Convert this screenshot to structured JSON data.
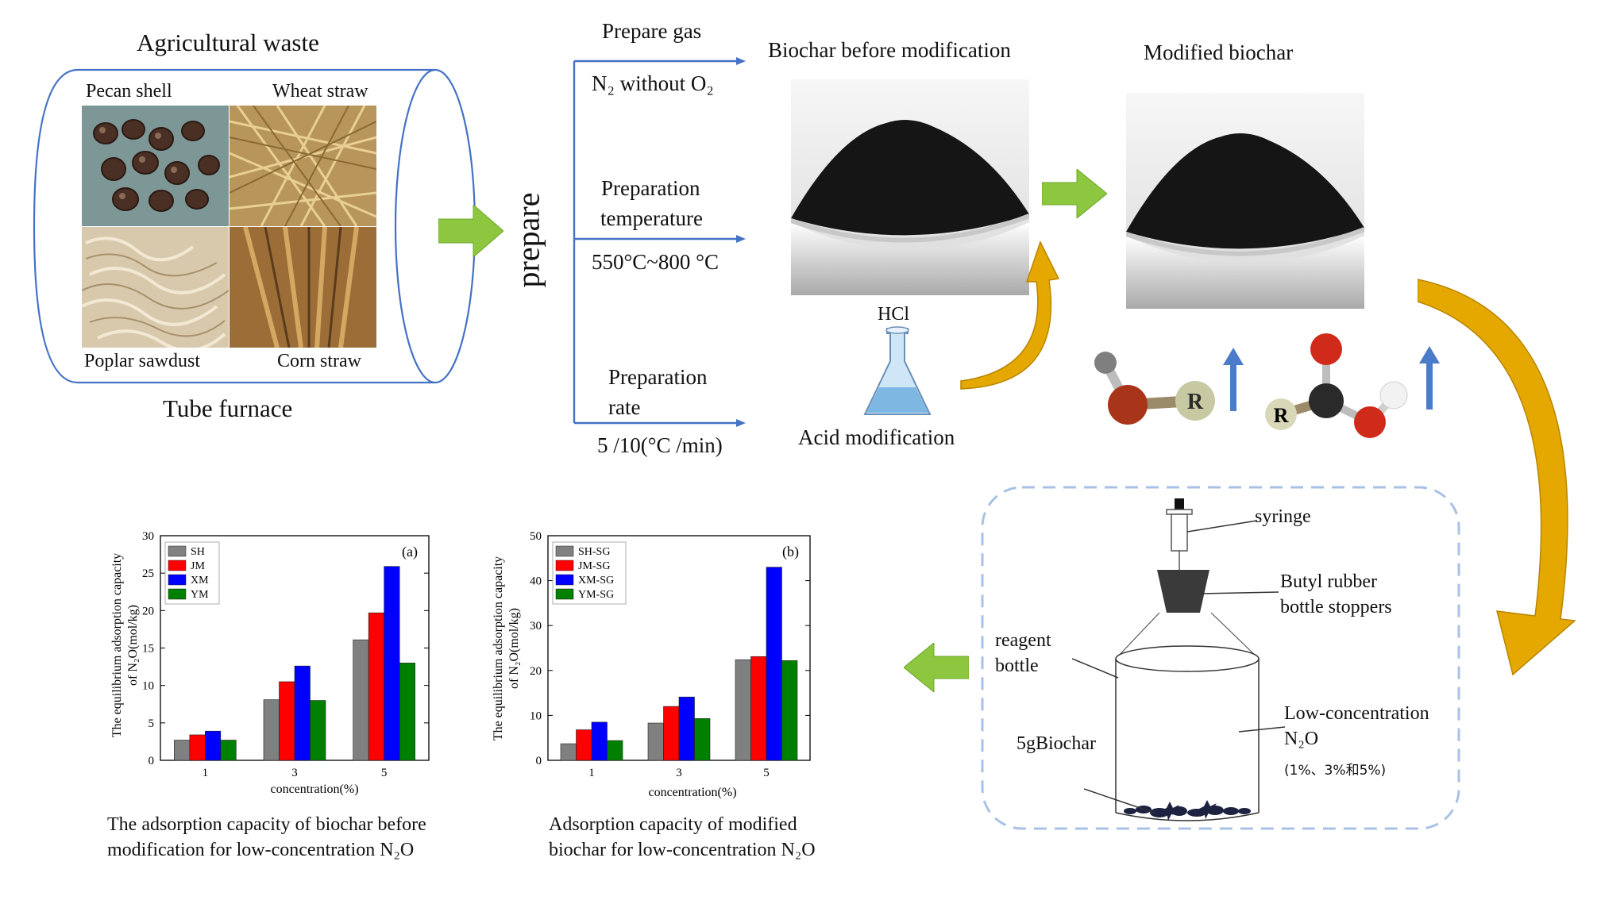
{
  "agri": {
    "title": "Agricultural waste",
    "pecan": "Pecan shell",
    "wheat": "Wheat straw",
    "poplar": "Poplar sawdust",
    "corn": "Corn straw",
    "furnace": "Tube furnace"
  },
  "prepare": {
    "word": "prepare",
    "gas_title": "Prepare gas",
    "gas_value": "N₂ without O₂",
    "temp_title_1": "Preparation",
    "temp_title_2": "temperature",
    "temp_value": "550°C~800 °C",
    "rate_title_1": "Preparation",
    "rate_title_2": "rate",
    "rate_value": "5 /10(°C /min)"
  },
  "biochar": {
    "before_title": "Biochar before modification",
    "modified_title": "Modified biochar",
    "hcl": "HCl",
    "acid": "Acid modification"
  },
  "molecules": {
    "r1": "R",
    "r2": "R"
  },
  "apparatus": {
    "syringe": "syringe",
    "stopper_1": "Butyl rubber",
    "stopper_2": "bottle stoppers",
    "bottle_1": "reagent",
    "bottle_2": "bottle",
    "gas_1": "Low-concentration",
    "gas_2": "N₂O",
    "gas_3": "(1%、3%和5%)",
    "sample": "5gBiochar"
  },
  "captions": {
    "a_1": "The adsorption capacity of biochar before",
    "a_2": "modification for low-concentration N₂O",
    "b_1": "Adsorption capacity of modified",
    "b_2": "biochar for low-concentration N₂O"
  },
  "colors": {
    "green_arrow": "#8dc63f",
    "gold_arrow": "#e5a800",
    "blue_line": "#4472c4",
    "blue_up": "#4a7cc9"
  },
  "chart_data": [
    {
      "type": "bar",
      "panel_label": "(a)",
      "categories": [
        "1",
        "3",
        "5"
      ],
      "xlabel": "concentration(%)",
      "ylabel": "The equilibrium adsorption capacity of N₂O(mol/kg)",
      "ylim": [
        0,
        30
      ],
      "yticks": [
        0,
        5,
        10,
        15,
        20,
        25,
        30
      ],
      "legend_position": "top-left",
      "series": [
        {
          "name": "SH",
          "color": "#808080",
          "values": [
            2.7,
            8.1,
            16.1
          ]
        },
        {
          "name": "JM",
          "color": "#ff0000",
          "values": [
            3.4,
            10.5,
            19.7
          ]
        },
        {
          "name": "XM",
          "color": "#0000ff",
          "values": [
            3.9,
            12.6,
            25.9
          ]
        },
        {
          "name": "YM",
          "color": "#008000",
          "values": [
            2.7,
            8.0,
            13.0
          ]
        }
      ]
    },
    {
      "type": "bar",
      "panel_label": "(b)",
      "categories": [
        "1",
        "3",
        "5"
      ],
      "xlabel": "concentration(%)",
      "ylabel": "The equilibrium adsorption capacity of N₂O(mol/kg)",
      "ylim": [
        0,
        50
      ],
      "yticks": [
        0,
        10,
        20,
        30,
        40,
        50
      ],
      "legend_position": "top-left",
      "series": [
        {
          "name": "SH-SG",
          "color": "#808080",
          "values": [
            3.7,
            8.3,
            22.4
          ]
        },
        {
          "name": "JM-SG",
          "color": "#ff0000",
          "values": [
            6.8,
            12.0,
            23.1
          ]
        },
        {
          "name": "XM-SG",
          "color": "#0000ff",
          "values": [
            8.5,
            14.1,
            43.0
          ]
        },
        {
          "name": "YM-SG",
          "color": "#008000",
          "values": [
            4.4,
            9.3,
            22.2
          ]
        }
      ]
    }
  ]
}
